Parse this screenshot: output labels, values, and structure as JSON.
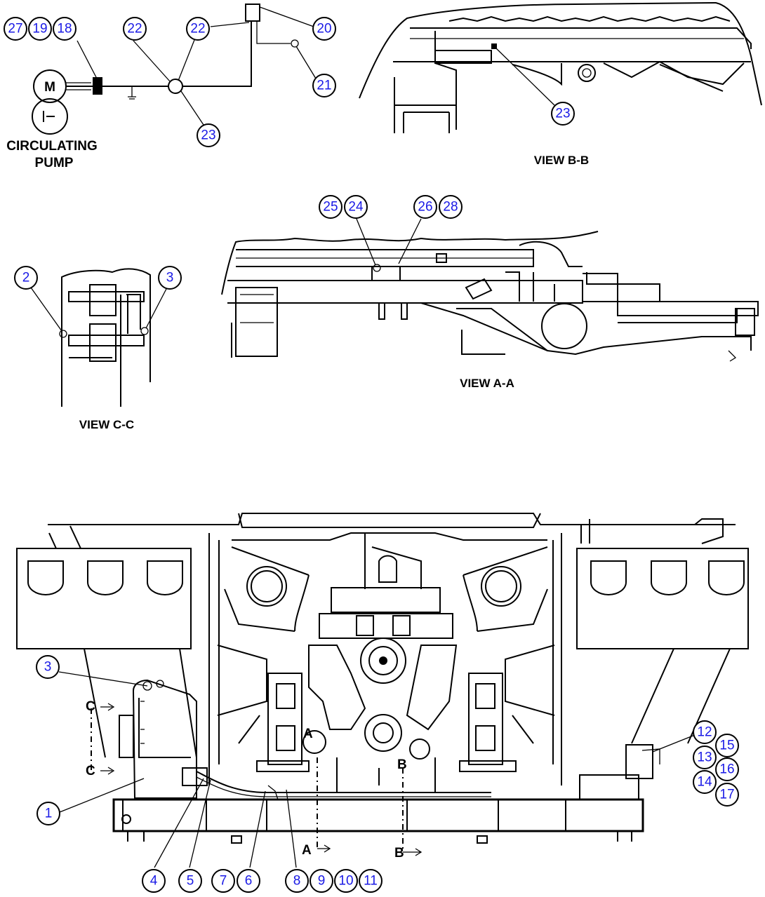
{
  "labels": {
    "circulating_pump_1": "CIRCULATING",
    "circulating_pump_2": "PUMP",
    "view_bb": "VIEW B-B",
    "view_aa": "VIEW A-A",
    "view_cc": "VIEW C-C",
    "section_c_top": "C",
    "section_c_bottom": "C",
    "section_a": "A",
    "section_b": "B",
    "section_a_small": "A",
    "section_b_small": "B",
    "motor_symbol": "M"
  },
  "callouts": {
    "c27": "27",
    "c19": "19",
    "c18": "18",
    "c22a": "22",
    "c22b": "22",
    "c20": "20",
    "c21": "21",
    "c23a": "23",
    "c23b": "23",
    "c25": "25",
    "c24": "24",
    "c26": "26",
    "c28": "28",
    "c2": "2",
    "c3a": "3",
    "c3b": "3",
    "c1": "1",
    "c4": "4",
    "c5": "5",
    "c7": "7",
    "c6": "6",
    "c8": "8",
    "c9": "9",
    "c10": "10",
    "c11": "11",
    "c12": "12",
    "c15": "15",
    "c13": "13",
    "c16": "16",
    "c14": "14",
    "c17": "17"
  }
}
